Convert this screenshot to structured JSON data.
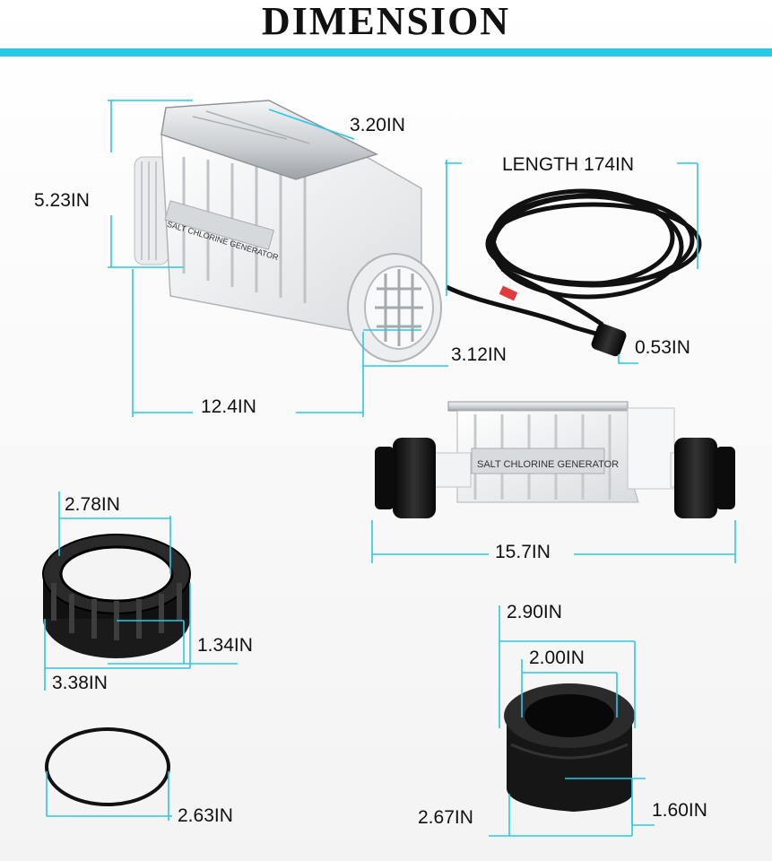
{
  "title": "DIMENSION",
  "accent_color": "#28c8e8",
  "generator": {
    "label": "SALT CHLORINE GENERATOR",
    "top_width": "3.20IN",
    "height": "5.23IN",
    "outlet_diameter": "3.12IN",
    "body_length": "12.4IN"
  },
  "cable": {
    "length": "LENGTH 174IN",
    "connector_diameter": "0.53IN"
  },
  "generator_side_view": {
    "label": "SALT CHLORINE GENERATOR",
    "overall_length": "15.7IN"
  },
  "union_nut": {
    "inner_diameter": "2.78IN",
    "height": "1.34IN",
    "outer_diameter": "3.38IN"
  },
  "o_ring": {
    "diameter": "2.63IN"
  },
  "adapter_bushing": {
    "outer_diameter": "2.90IN",
    "inner_diameter": "2.00IN",
    "height": "1.60IN",
    "base_diameter": "2.67IN"
  }
}
